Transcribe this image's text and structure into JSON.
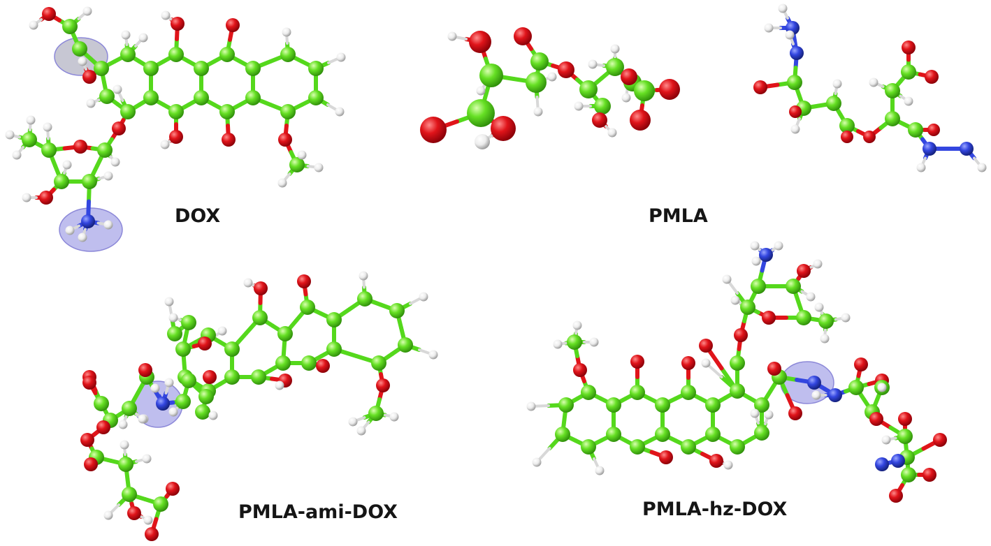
{
  "labels": {
    "dox": "DOX",
    "pmla": "PMLA",
    "pmla_ami_dox": "PMLA-ami-DOX",
    "pmla_hz_dox": "PMLA-hz-DOX"
  },
  "colors": {
    "carbon": "#66e024",
    "carbon_dark": "#2f8f0a",
    "bond": "#55d81c",
    "oxygen": "#e0141a",
    "oxygen_dark": "#8a0008",
    "nitrogen": "#3346e0",
    "nitrogen_dark": "#14207a",
    "hydrogen": "#f2f2f2",
    "hydrogen_dark": "#9a9a9a",
    "highlight_blue": "#aaa8e8",
    "highlight_gray": "#b4b4c4"
  },
  "atom_types": [
    "carbon",
    "oxygen",
    "nitrogen",
    "hydrogen"
  ],
  "highlight_regions": [
    "hydroxyl-group-highlight",
    "amino-group-highlight",
    "amide-linkage-highlight",
    "hydrazone-linkage-highlight"
  ]
}
